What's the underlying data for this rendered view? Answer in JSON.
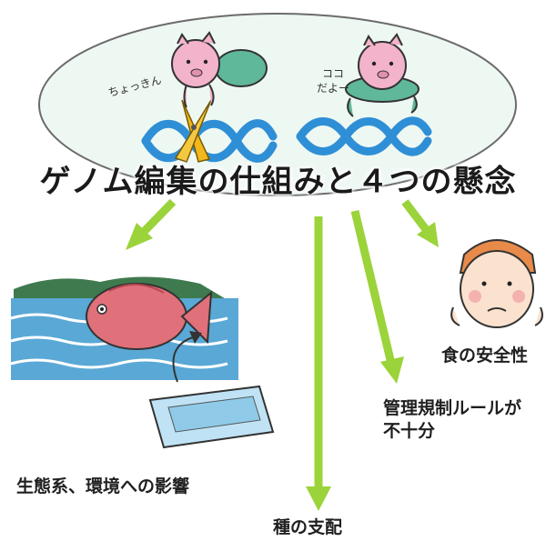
{
  "title": "ゲノム編集の仕組みと４つの懸念",
  "speech": {
    "cut": "ちょっきん",
    "here_line1": "ココ",
    "here_line2": "だよー"
  },
  "concerns": {
    "food_safety": "食の安全性",
    "regulation_line1": "管理規制ルールが",
    "regulation_line2": "不十分",
    "ecosystem": "生態系、環境への影響",
    "species_control": "種の支配"
  },
  "colors": {
    "ellipse_fill": "#eef8f3",
    "ellipse_stroke": "#6b6b6b",
    "arrow_green": "#9bd33a",
    "dna_blue": "#2f8fd6",
    "pig_pink": "#f3b3cb",
    "scarf_green": "#5fb89a",
    "sea_blue": "#5aa8d6",
    "fish_red": "#e0707a"
  },
  "icons": [
    "pig-character-icon",
    "scissors-icon",
    "dna-strand-icon",
    "fish-icon",
    "child-face-icon",
    "water-tank-icon"
  ]
}
